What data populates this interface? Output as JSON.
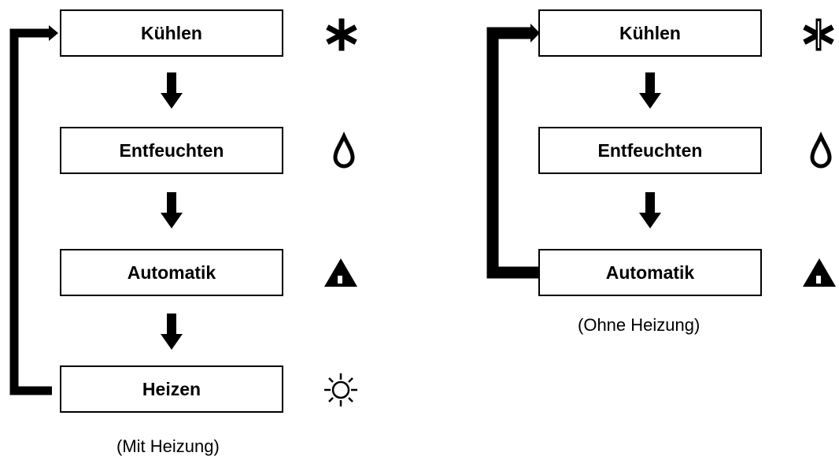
{
  "diagrams": [
    {
      "caption": "(Mit Heizung)",
      "modes": [
        {
          "label": "Kühlen",
          "icon": "snowflake-icon"
        },
        {
          "label": "Entfeuchten",
          "icon": "water-drop-icon"
        },
        {
          "label": "Automatik",
          "icon": "auto-triangle-icon"
        },
        {
          "label": "Heizen",
          "icon": "sun-icon"
        }
      ]
    },
    {
      "caption": "(Ohne Heizung)",
      "modes": [
        {
          "label": "Kühlen",
          "icon": "snowflake-icon"
        },
        {
          "label": "Entfeuchten",
          "icon": "water-drop-icon"
        },
        {
          "label": "Automatik",
          "icon": "auto-triangle-icon"
        }
      ]
    }
  ],
  "colors": {
    "stroke": "#000000",
    "background": "#ffffff"
  }
}
